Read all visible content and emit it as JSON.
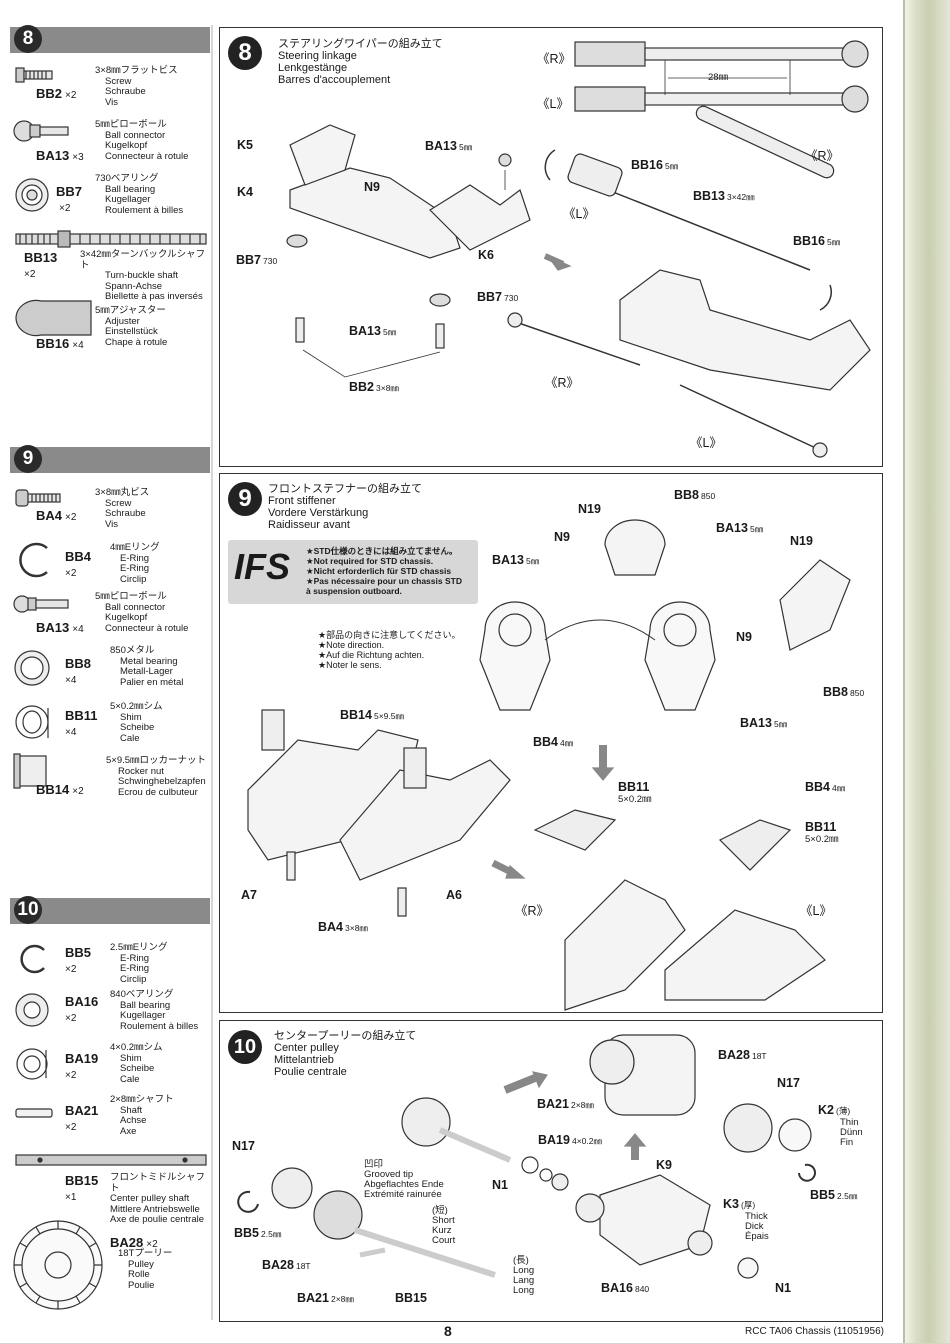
{
  "page_number": "8",
  "footer_title": "RCC TA06 Chassis (11051956)",
  "steps": [
    {
      "number": "8",
      "title": [
        "ステアリングワイパーの組み立て",
        "Steering linkage",
        "Lenkgestänge",
        "Barres d'accouplement"
      ]
    },
    {
      "number": "9",
      "title": [
        "フロントステフナーの組み立て",
        "Front stiffener",
        "Vordere Verstärkung",
        "Raidisseur avant"
      ]
    },
    {
      "number": "10",
      "title": [
        "センタープーリーの組み立て",
        "Center pulley",
        "Mittelantrieb",
        "Poulie centrale"
      ]
    }
  ],
  "parts": {
    "s8": [
      {
        "code": "BB2",
        "qty": "×2",
        "desc": [
          "3×8㎜フラットビス",
          "Screw",
          "Schraube",
          "Vis"
        ],
        "icon": "flat-screw-icon"
      },
      {
        "code": "BA13",
        "qty": "×3",
        "desc": [
          "5㎜ピローボール",
          "Ball connector",
          "Kugelkopf",
          "Connecteur à rotule"
        ],
        "icon": "ball-connector-icon"
      },
      {
        "code": "BB7",
        "qty": "×2",
        "desc": [
          "730ベアリング",
          "Ball bearing",
          "Kugellager",
          "Roulement à billes"
        ],
        "icon": "bearing-icon"
      },
      {
        "code": "BB13",
        "qty": "×2",
        "desc": [
          "3×42㎜ターンバックルシャフト",
          "Turn-buckle shaft",
          "Spann-Achse",
          "Biellette à pas inversés"
        ],
        "icon": "turnbuckle-icon"
      },
      {
        "code": "BB16",
        "qty": "×4",
        "desc": [
          "5㎜アジャスター",
          "Adjuster",
          "Einstellstück",
          "Chape à rotule"
        ],
        "icon": "adjuster-icon"
      }
    ],
    "s9": [
      {
        "code": "BA4",
        "qty": "×2",
        "desc": [
          "3×8㎜丸ビス",
          "Screw",
          "Schraube",
          "Vis"
        ],
        "icon": "round-screw-icon"
      },
      {
        "code": "BB4",
        "qty": "×2",
        "desc": [
          "4㎜Eリング",
          "E-Ring",
          "E-Ring",
          "Circlip"
        ],
        "icon": "e-ring-icon"
      },
      {
        "code": "BA13",
        "qty": "×4",
        "desc": [
          "5㎜ピローボール",
          "Ball connector",
          "Kugelkopf",
          "Connecteur à rotule"
        ],
        "icon": "ball-connector-icon"
      },
      {
        "code": "BB8",
        "qty": "×4",
        "desc": [
          "850メタル",
          "Metal bearing",
          "Metall-Lager",
          "Palier en métal"
        ],
        "icon": "metal-bearing-icon"
      },
      {
        "code": "BB11",
        "qty": "×4",
        "desc": [
          "5×0.2㎜シム",
          "Shim",
          "Scheibe",
          "Cale"
        ],
        "icon": "shim-icon"
      },
      {
        "code": "BB14",
        "qty": "×2",
        "desc": [
          "5×9.5㎜ロッカーナット",
          "Rocker nut",
          "Schwinghebelzapfen",
          "Ecrou de culbuteur"
        ],
        "icon": "rocker-nut-icon"
      }
    ],
    "s10": [
      {
        "code": "BB5",
        "qty": "×2",
        "desc": [
          "2.5㎜Eリング",
          "E-Ring",
          "E-Ring",
          "Circlip"
        ],
        "icon": "e-ring-icon"
      },
      {
        "code": "BA16",
        "qty": "×2",
        "desc": [
          "840ベアリング",
          "Ball bearing",
          "Kugellager",
          "Roulement à billes"
        ],
        "icon": "bearing-icon"
      },
      {
        "code": "BA19",
        "qty": "×2",
        "desc": [
          "4×0.2㎜シム",
          "Shim",
          "Scheibe",
          "Cale"
        ],
        "icon": "shim-icon"
      },
      {
        "code": "BA21",
        "qty": "×2",
        "desc": [
          "2×8㎜シャフト",
          "Shaft",
          "Achse",
          "Axe"
        ],
        "icon": "shaft-icon"
      },
      {
        "code": "BB15",
        "qty": "×1",
        "desc": [
          "フロントミドルシャフト",
          "Center pulley shaft",
          "Mittlere Antriebswelle",
          "Axe de poulie centrale"
        ],
        "icon": "center-shaft-icon"
      },
      {
        "code": "BA28",
        "qty": "×2",
        "desc": [
          "18Tプーリー",
          "Pulley",
          "Rolle",
          "Poulie"
        ],
        "icon": "pulley-icon"
      }
    ]
  },
  "step8": {
    "right_label": "《R》",
    "left_label": "《L》",
    "dimension": "28㎜",
    "labels": {
      "k5": "K5",
      "k4": "K4",
      "n9": "N9",
      "k6": "K6",
      "ba13_top": "BA13",
      "ba13_top_size": "5㎜",
      "ba13_bottom": "BA13",
      "ba13_bottom_size": "5㎜",
      "bb7_left": "BB7",
      "bb7_left_size": "730",
      "bb7_right": "BB7",
      "bb7_right_size": "730",
      "bb2": "BB2",
      "bb2_size": "3×8㎜",
      "bb16_top": "BB16",
      "bb16_top_size": "5㎜",
      "bb13": "BB13",
      "bb13_size": "3×42㎜",
      "bb16_bottom": "BB16",
      "bb16_bottom_size": "5㎜",
      "r_mid": "《R》",
      "l_mid": "《L》",
      "r_low": "《R》",
      "l_low": "《L》"
    }
  },
  "step9": {
    "ifs_logo": "IFS",
    "ifs_notes": [
      "★STD仕様のときには組み立てません。",
      "★Not required for STD chassis.",
      "★Nicht erforderlich für STD chassis",
      "★Pas nécessaire pour un chassis STD",
      "à suspension outboard."
    ],
    "direction_notes": [
      "★部品の向きに注意してください。",
      "★Note direction.",
      "★Auf die Richtung achten.",
      "★Noter le sens."
    ],
    "labels": {
      "n19_a": "N19",
      "n19_b": "N19",
      "bb8_top": "BB8",
      "bb8_top_size": "850",
      "n9_a": "N9",
      "n9_b": "N9",
      "ba13_a": "BA13",
      "ba13_a_size": "5㎜",
      "ba13_b": "BA13",
      "ba13_b_size": "5㎜",
      "ba13_c": "BA13",
      "ba13_c_size": "5㎜",
      "bb8_bottom": "BB8",
      "bb8_bottom_size": "850",
      "bb14": "BB14",
      "bb14_size": "5×9.5㎜",
      "a7": "A7",
      "a6": "A6",
      "ba4": "BA4",
      "ba4_size": "3×8㎜",
      "bb4_a": "BB4",
      "bb4_a_size": "4㎜",
      "bb11_a": "BB11",
      "bb11_a_size": "5×0.2㎜",
      "bb4_b": "BB4",
      "bb4_b_size": "4㎜",
      "bb11_b": "BB11",
      "bb11_b_size": "5×0.2㎜",
      "r": "《R》",
      "l": "《L》"
    }
  },
  "step10": {
    "labels": {
      "ba28_top": "BA28",
      "ba28_top_size": "18T",
      "n17_right": "N17",
      "k2": "K2",
      "k2_jp": "(薄)",
      "k2_thin": [
        "Thin",
        "Dünn",
        "Fin"
      ],
      "ba21_top": "BA21",
      "ba21_top_size": "2×8㎜",
      "ba19": "BA19",
      "ba19_size": "4×0.2㎜",
      "k9": "K9",
      "n1_a": "N1",
      "n1_b": "N1",
      "n17_left": "N17",
      "grooved": [
        "凹印",
        "Grooved tip",
        "Abgeflachtes Ende",
        "Extrémité rainurée"
      ],
      "short": [
        "(短)",
        "Short",
        "Kurz",
        "Court"
      ],
      "long": [
        "(長)",
        "Long",
        "Lang",
        "Long"
      ],
      "bb5_left": "BB5",
      "bb5_left_size": "2.5㎜",
      "bb5_right": "BB5",
      "bb5_right_size": "2.5㎜",
      "ba28_bottom": "BA28",
      "ba28_bottom_size": "18T",
      "ba21_bottom": "BA21",
      "ba21_bottom_size": "2×8㎜",
      "bb15": "BB15",
      "k3": "K3",
      "k3_jp": "(厚)",
      "k3_thick": [
        "Thick",
        "Dick",
        "Épais"
      ],
      "ba16": "BA16",
      "ba16_size": "840"
    }
  }
}
